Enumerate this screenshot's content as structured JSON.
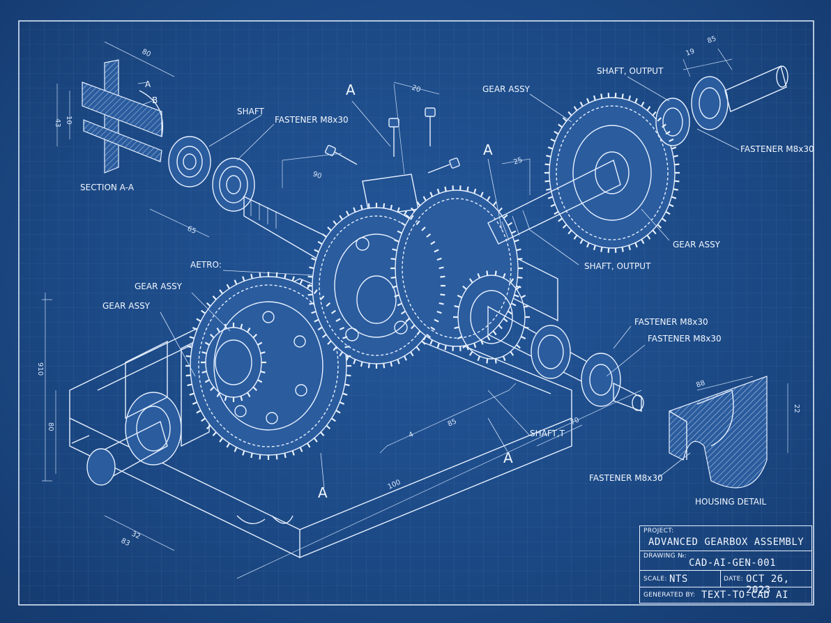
{
  "labels": {
    "section_aa": "SECTION A-A",
    "section_marker": "A",
    "shaft": "SHAFT",
    "shaft_t": "SHAFT,T",
    "shaft_output": "SHAFT, OUTPUT",
    "gear_assy": "GEAR ASSY",
    "fastener": "FASTENER M8x30",
    "aetro": "AETRO:",
    "housing_detail": "HOUSING DETAIL",
    "section_small_a": "A",
    "section_small_b": "B"
  },
  "dimensions": {
    "d_80_top": "80",
    "d_20": "20",
    "d_90": "90",
    "d_65_left": "65",
    "d_43": "43",
    "d_10": "10",
    "d_25": "25",
    "d_19": "19",
    "d_85_top": "85",
    "d_910": "910",
    "d_80_left": "80",
    "d_32": "32",
    "d_83": "83",
    "d_100": "100",
    "d_85_mid": "85",
    "d_4": "4",
    "d_70": "70",
    "d_88": "88",
    "d_22": "22"
  },
  "title_block": {
    "project_label": "PROJECT:",
    "project_value": "ADVANCED GEARBOX ASSEMBLY",
    "drawing_no_label": "DRAWING №:",
    "drawing_no_value": "CAD-AI-GEN-001",
    "scale_label": "SCALE:",
    "scale_value": "NTS",
    "date_label": "DATE:",
    "date_value": "OCT 26, 2023",
    "generated_label": "GENERATED BY:",
    "generated_value": "TEXT-TO-CAD AI"
  },
  "colors": {
    "background": "#1c4a86",
    "line": "#e8f1ff",
    "grid": "#3d6aa8"
  }
}
